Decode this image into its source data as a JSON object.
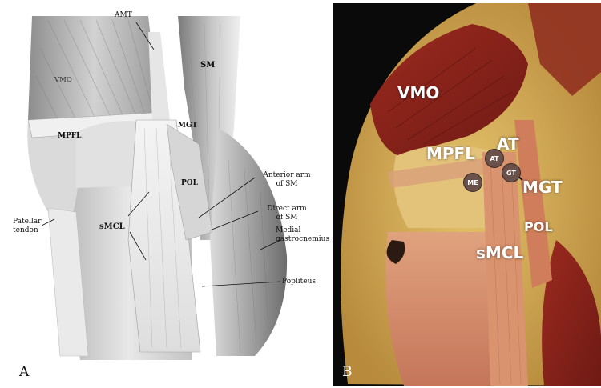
{
  "panel_a": {
    "letter": "A",
    "labels": {
      "amt": "AMT",
      "sm": "SM",
      "vmo": "VMO",
      "mpfl": "MPFL",
      "mgt": "MGT",
      "pol": "POL",
      "anterior_arm": "Anterior arm\nof SM",
      "direct_arm": "Direct arm\nof SM",
      "patellar_tendon": "Patellar\ntendon",
      "smcl": "sMCL",
      "medial_gastrocnemius": "Medial\ngastrocnemius",
      "popliteus": "Popliteus"
    }
  },
  "panel_b": {
    "letter": "B",
    "labels": {
      "vmo": "VMO",
      "mpfl": "MPFL",
      "at": "AT",
      "mgt": "MGT",
      "pol": "POL",
      "smcl": "sMCL"
    },
    "badges": {
      "at": "AT",
      "gt": "GT",
      "me": "ME"
    }
  }
}
